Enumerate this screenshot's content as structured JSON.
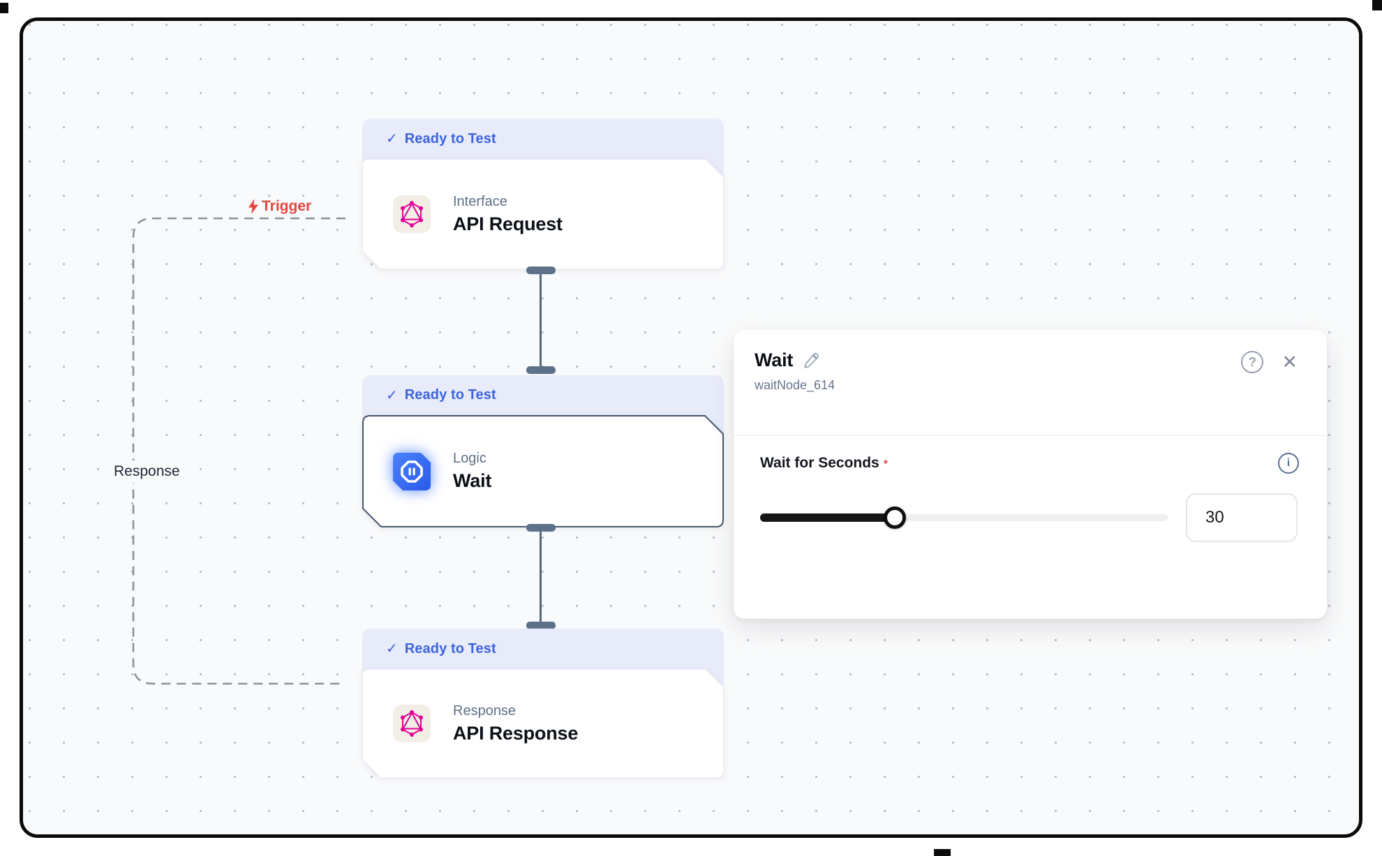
{
  "icons": {
    "check": "✓",
    "close": "✕",
    "help": "?",
    "info": "i",
    "bolt": "lightning-bolt",
    "pencil": "edit-pencil",
    "graphql": "graphql-logo",
    "pause": "pause-octagon"
  },
  "colors": {
    "badge_bg": "#e7ebfa",
    "badge_text": "#3d63dd",
    "trigger_red": "#e5463f",
    "connector": "#5d7289",
    "selected_border": "#46586d",
    "graphql_pink": "#e10098",
    "logic_blue": "#2f68f6",
    "slider_fill": "#161616"
  },
  "canvas": {
    "trigger_label": "Trigger",
    "response_label": "Response"
  },
  "nodes": [
    {
      "status": "Ready to Test",
      "category": "Interface",
      "title": "API Request",
      "icon": "graphql-logo",
      "selected": false
    },
    {
      "status": "Ready to Test",
      "category": "Logic",
      "title": "Wait",
      "icon": "pause-octagon",
      "selected": true
    },
    {
      "status": "Ready to Test",
      "category": "Response",
      "title": "API Response",
      "icon": "graphql-logo",
      "selected": false
    }
  ],
  "panel": {
    "title": "Wait",
    "node_id": "waitNode_614",
    "field_label": "Wait for Seconds",
    "required_marker": "*",
    "value": "30",
    "slider_percent": 33
  }
}
